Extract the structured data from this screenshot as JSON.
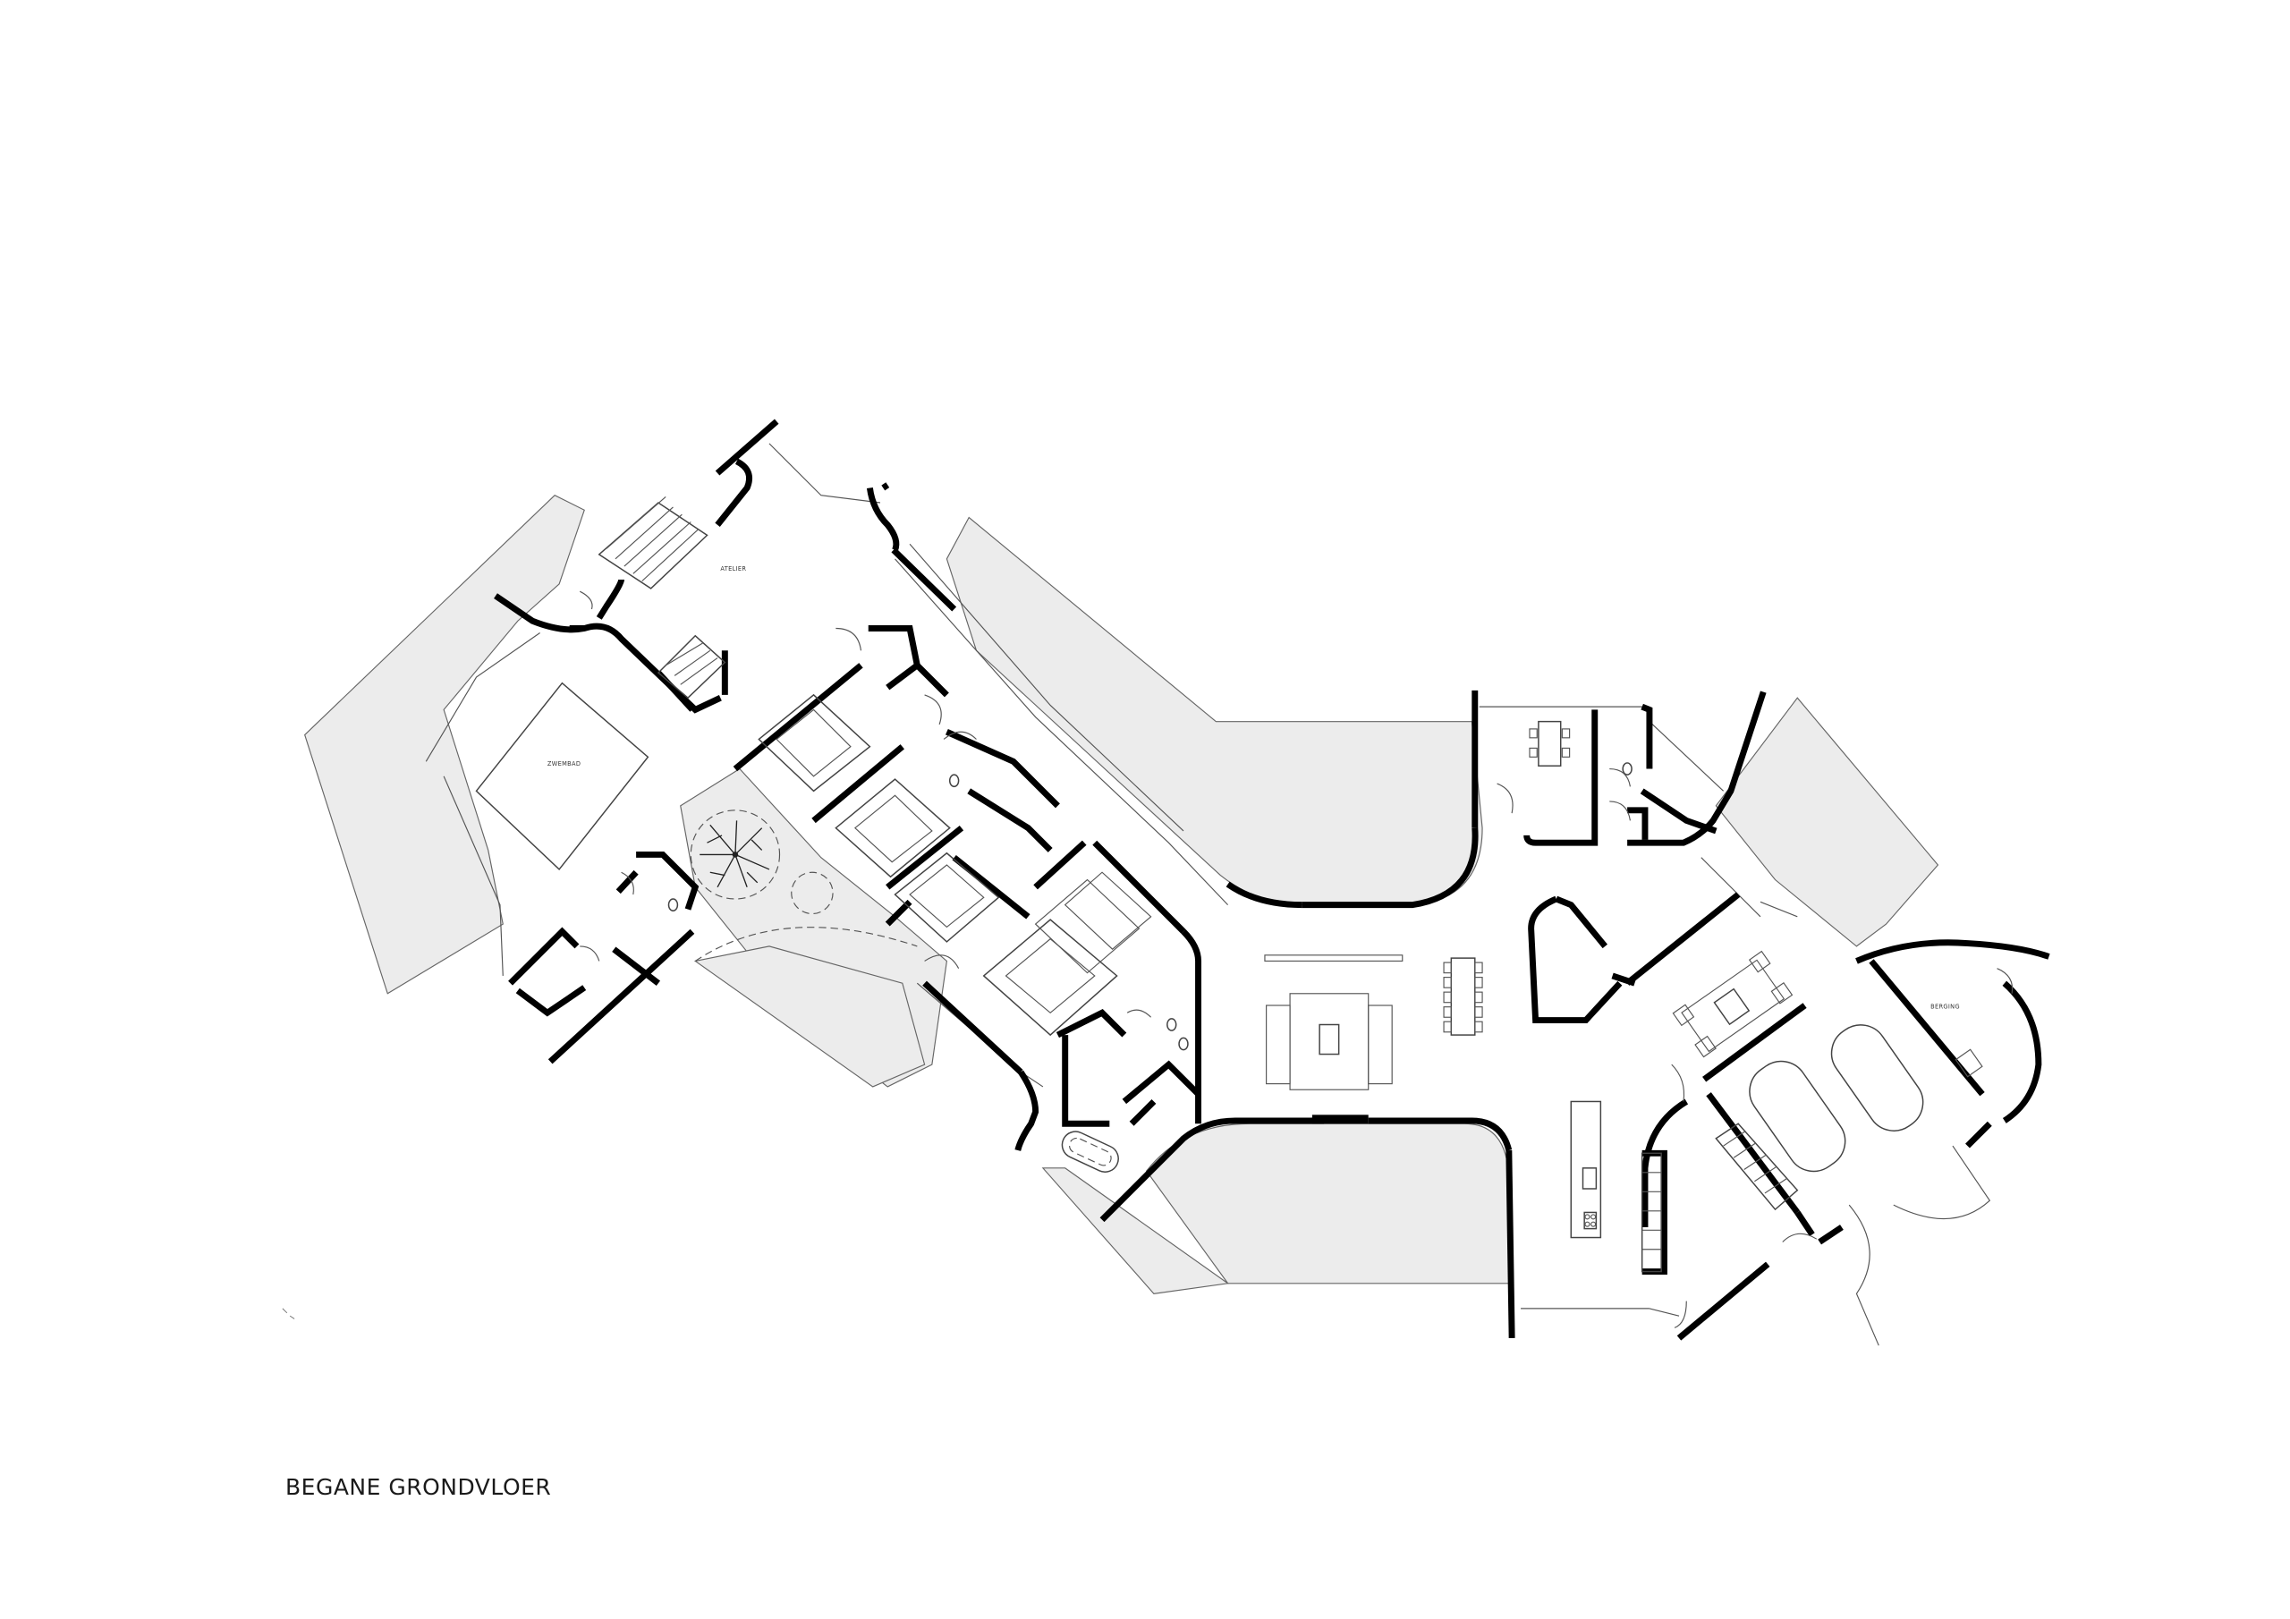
{
  "drawing": {
    "title": "BEGANE GRONDVLOER",
    "type": "architectural floor plan",
    "colors": {
      "background": "#ffffff",
      "walls": "#000000",
      "terrace_fill": "#ececec",
      "linework": "#555555"
    },
    "rooms": [
      {
        "id": "atelier",
        "label": "ATELIER"
      },
      {
        "id": "zwembad",
        "label": "ZWEMBAD"
      },
      {
        "id": "berging",
        "label": "BERGING"
      }
    ],
    "furniture_icons": [
      "sofa-icon",
      "coffee-table-icon",
      "dining-table-icon",
      "bed-icon",
      "toilet-icon",
      "bathtub-icon",
      "kitchen-island-icon",
      "sink-icon",
      "cooktop-icon",
      "car-icon",
      "tree-icon",
      "stair-icon"
    ]
  }
}
